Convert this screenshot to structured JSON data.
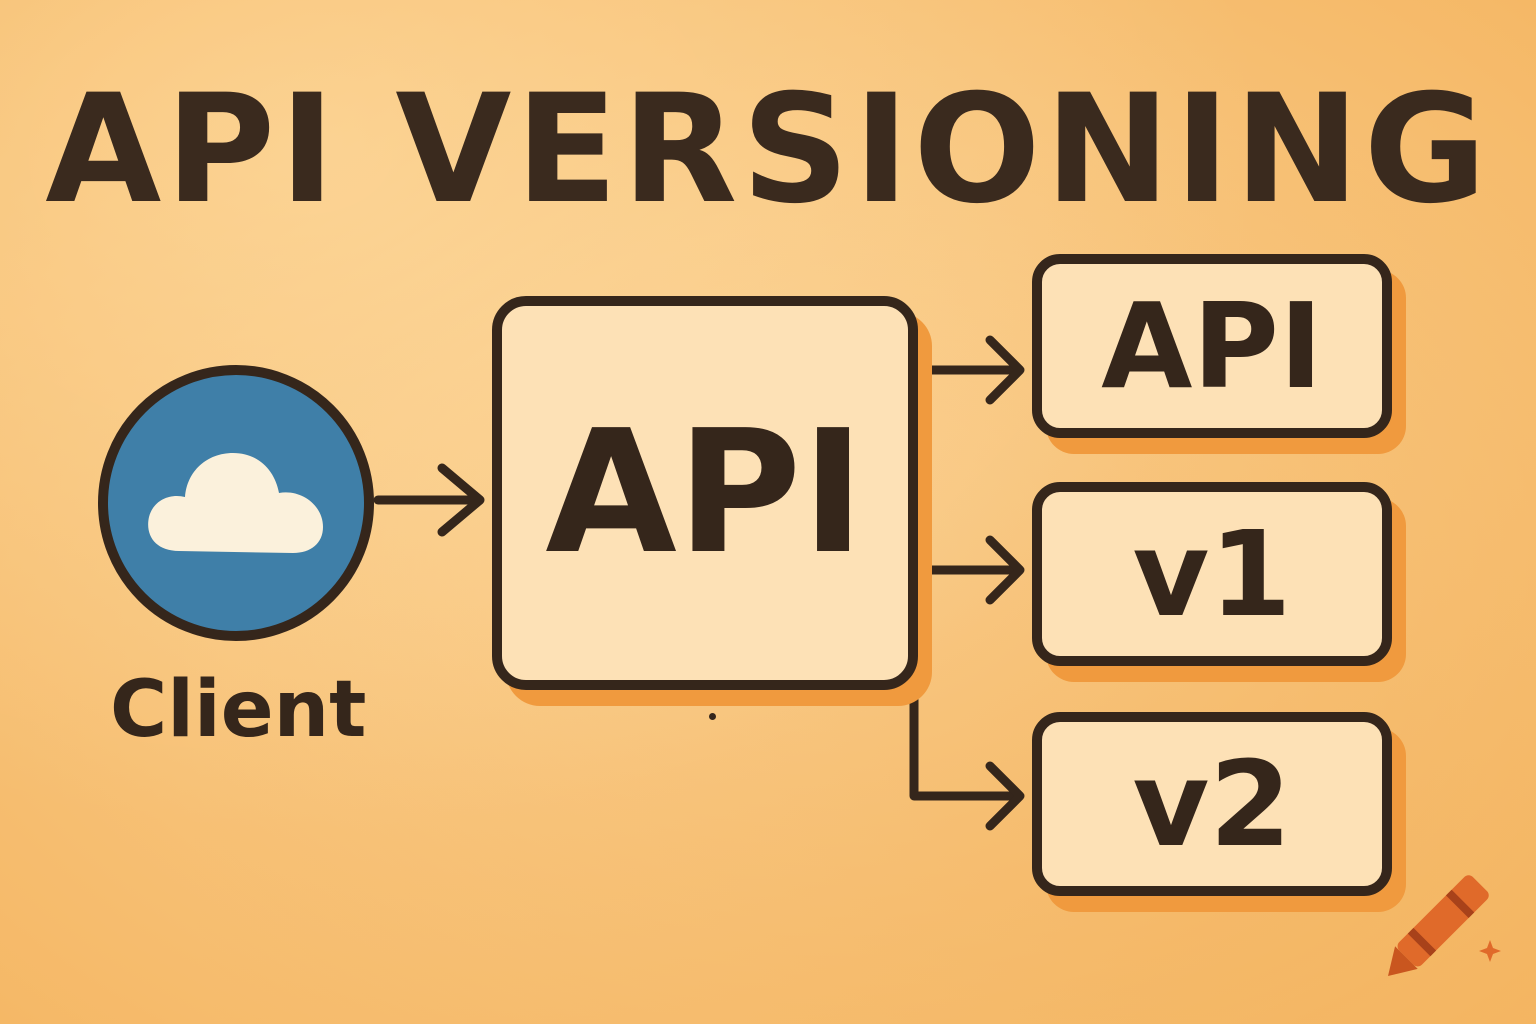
{
  "title": "API VERSIONING",
  "client": {
    "label": "Client",
    "icon": "cloud-icon"
  },
  "gateway": {
    "label": "API"
  },
  "targets": [
    {
      "label": "API"
    },
    {
      "label": "v1"
    },
    {
      "label": "v2"
    }
  ],
  "colors": {
    "background": "#f8c57c",
    "ink": "#35261b",
    "box_fill": "#fde1b6",
    "box_shadow": "#f09a3e",
    "client_fill": "#3f7fa8",
    "cloud_fill": "#fbf1dc",
    "crayon": "#e06a2a"
  }
}
